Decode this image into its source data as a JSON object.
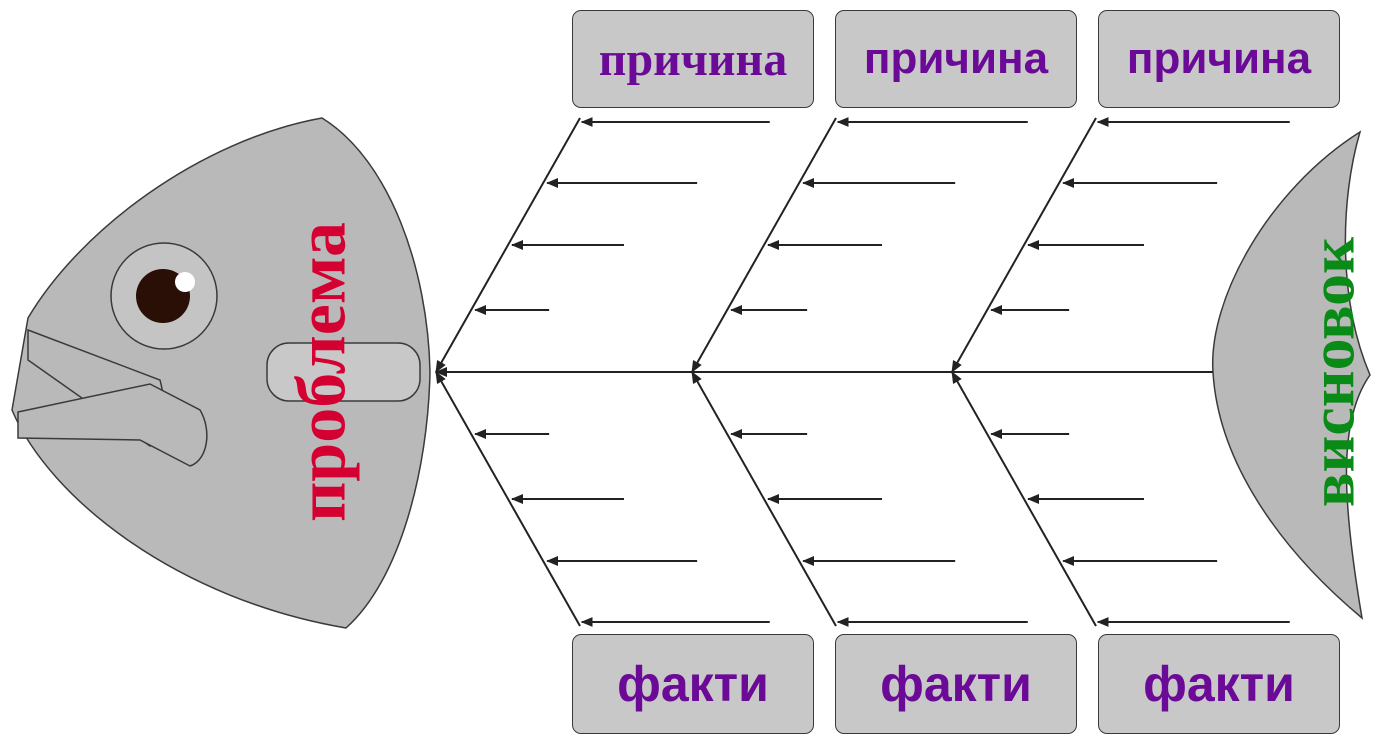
{
  "problem": {
    "label": "проблема",
    "color": "#d40032"
  },
  "conclusion": {
    "label": "висновок",
    "color": "#0a8a16"
  },
  "causes": [
    {
      "label": "причина"
    },
    {
      "label": "причина"
    },
    {
      "label": "причина"
    }
  ],
  "facts": [
    {
      "label": "факти"
    },
    {
      "label": "факти"
    },
    {
      "label": "факти"
    }
  ],
  "colors": {
    "fish_fill": "#b9b9b9",
    "box_fill": "#c8c8c8",
    "box_text": "#6a0a96",
    "lines": "#222222"
  }
}
